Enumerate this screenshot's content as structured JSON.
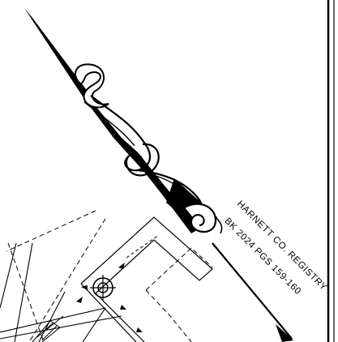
{
  "colors": {
    "ink": "#000000",
    "paper": "#ffffff"
  },
  "registry_stamp": {
    "lines": [
      "HARNETT CO. REGISTRY",
      "BK 2024 PGS 159-160"
    ]
  },
  "drawing": {
    "elements": [
      "north-arrow-scroll",
      "page-border",
      "lot-line-plan",
      "survey-monument-symbol"
    ]
  }
}
